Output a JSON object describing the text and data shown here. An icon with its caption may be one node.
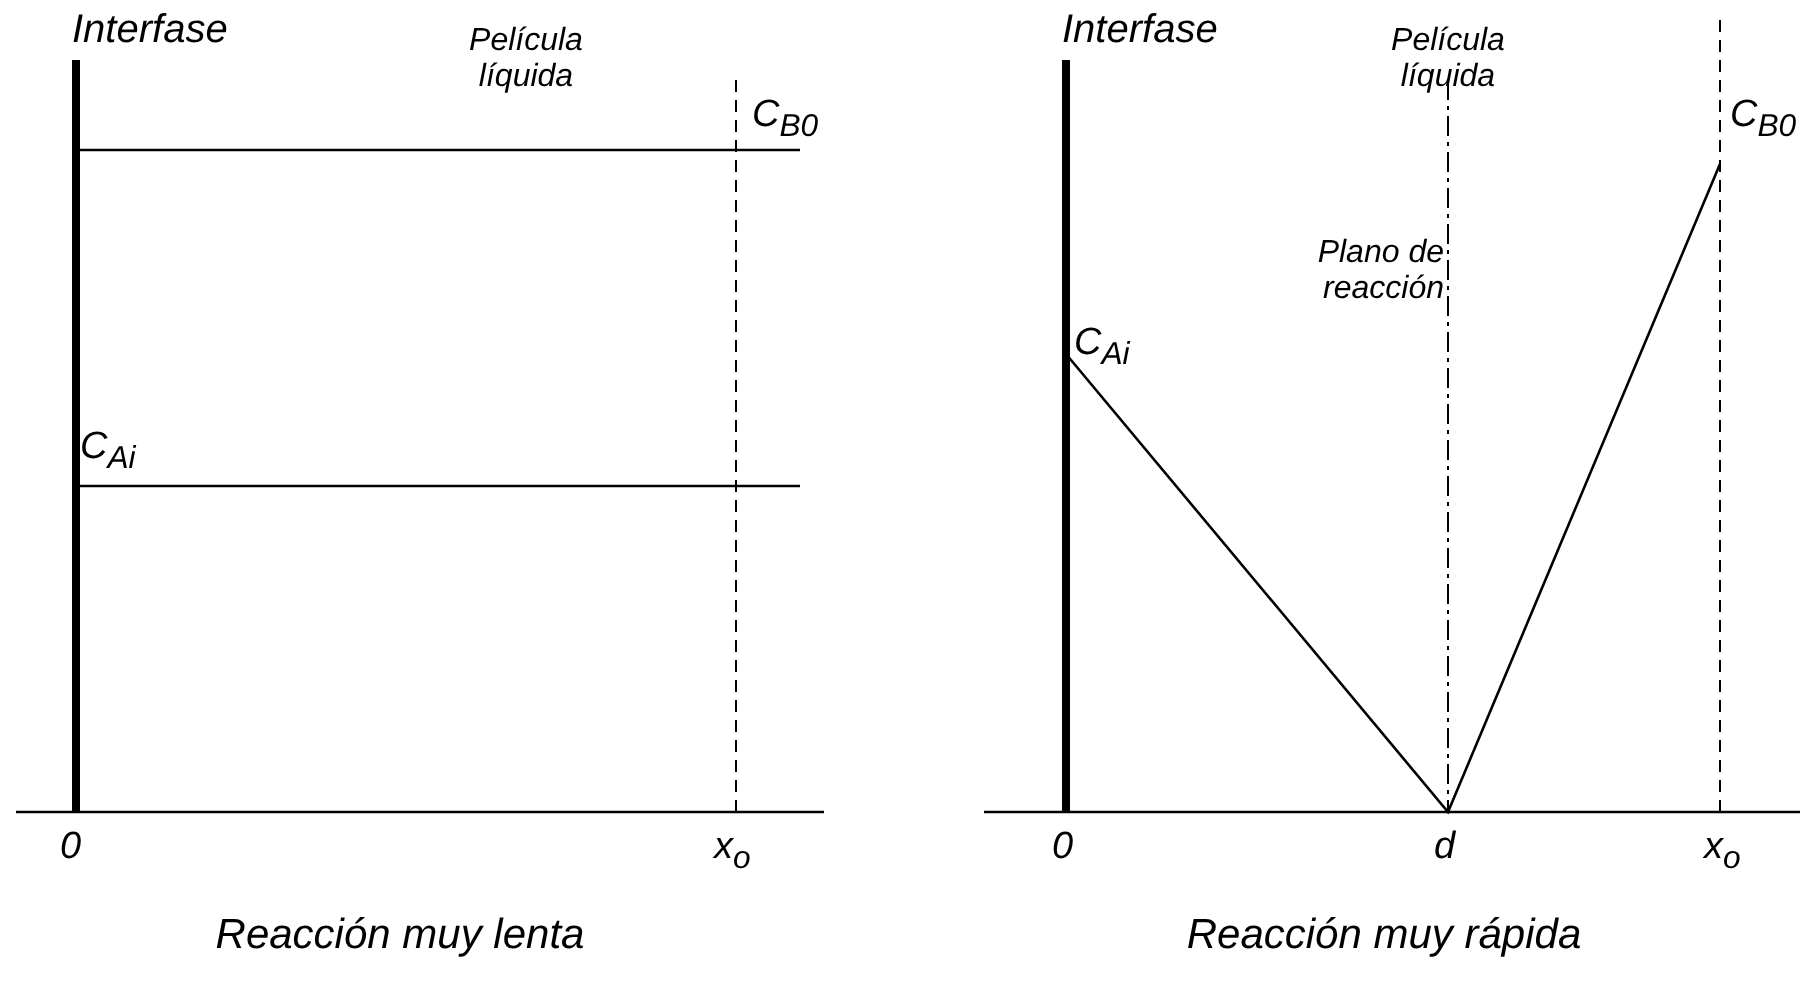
{
  "diagram": {
    "labels": [
      "Interfase",
      "Película líquida",
      "C$_{B0}$",
      "C$_{Ai}$",
      "0",
      "x$_{o}$",
      "Reacción muy lenta",
      "Interfase",
      "Película líquida",
      "C$_{B0}$",
      "Plano de reacción",
      "C$_{Ai}$",
      "0",
      "d",
      "x$_{o}$",
      "Reacción muy rápida"
    ]
  }
}
